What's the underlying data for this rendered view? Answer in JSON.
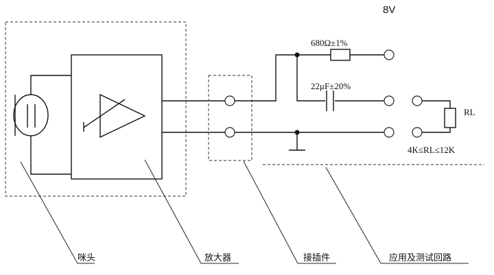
{
  "supply_label": "8V",
  "components": {
    "resistor_label": "680Ω±1%",
    "capacitor_label": "22μF±20%",
    "load_label": "RL",
    "load_range_label": "4K≤RL≤12K"
  },
  "callouts": {
    "microphone_head": "咪头",
    "amplifier": "放大器",
    "connector": "接插件",
    "application_test_circuit": "应用及测试回路"
  }
}
